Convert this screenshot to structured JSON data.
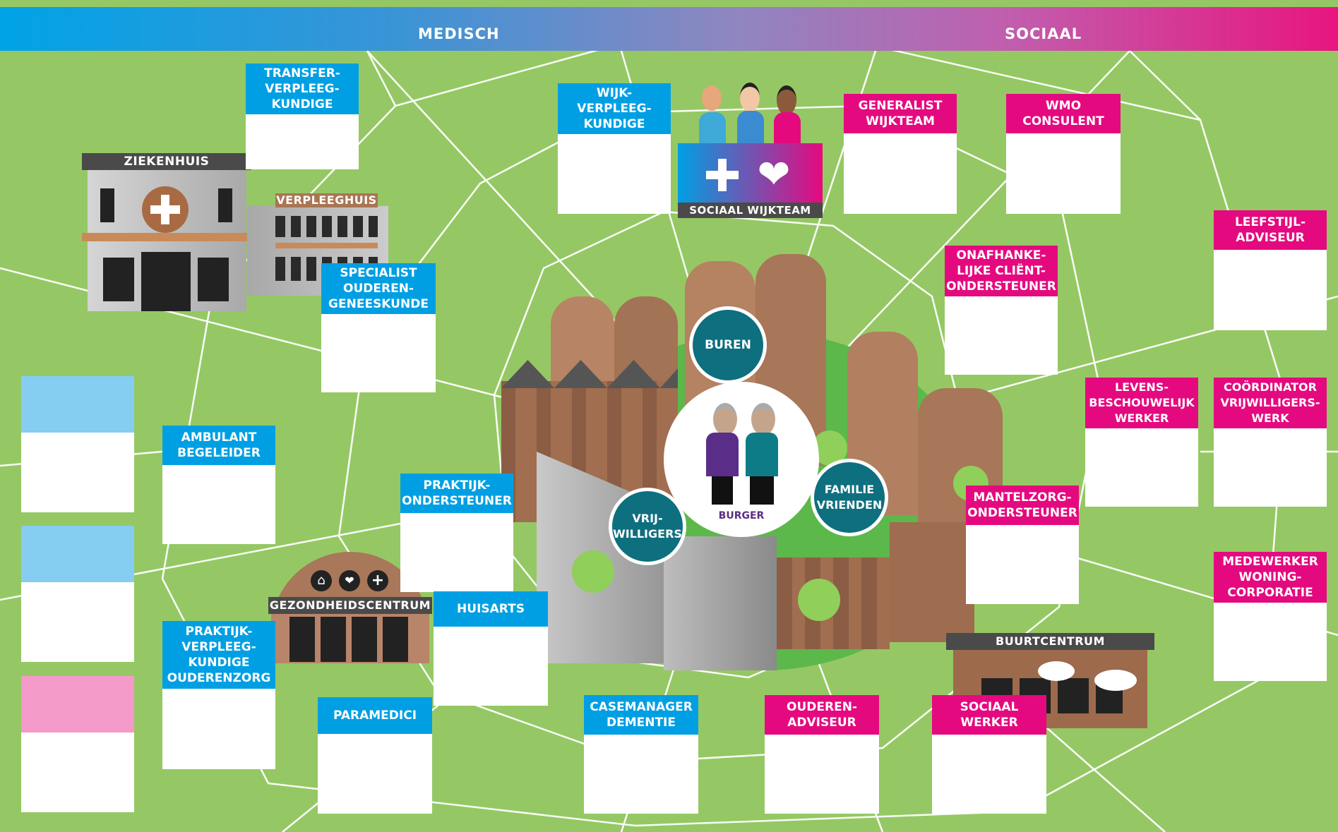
{
  "header": {
    "left_label": "MEDISCH",
    "right_label": "SOCIAAL",
    "colors": {
      "start": "#00a3e6",
      "end": "#e8157f"
    }
  },
  "colors": {
    "background": "#95c864",
    "medical": "#009fe3",
    "social": "#e5097f",
    "circle": "#0e6f7f"
  },
  "buildings": {
    "ziekenhuis": "ZIEKENHUIS",
    "verpleeghuis": "VERPLEEGHUIS",
    "gezondheidscentrum": "GEZONDHEIDSCENTRUM",
    "buurtcentrum": "BUURTCENTRUM",
    "sociaal_wijkteam": "SOCIAAL WIJKTEAM"
  },
  "center": {
    "burger": "BURGER",
    "buren": "BUREN",
    "familie": "FAMILIE\nVRIENDEN",
    "vrijwilligers": "VRIJ-\nWILLIGERS"
  },
  "cards": {
    "transfer": "TRANSFER-\nVERPLEEG-\nKUNDIGE",
    "wijk": "WIJK-\nVERPLEEG-\nKUNDIGE",
    "generalist": "GENERALIST\nWIJKTEAM",
    "wmo": "WMO\nCONSULENT",
    "leefstijl": "LEEFSTIJL-\nADVISEUR",
    "specialist": "SPECIALIST\nOUDEREN-\nGENEESKUNDE",
    "onafhankelijke": "ONAFHANKE-\nLIJKE CLIËNT-\nONDERSTEUNER",
    "ambulant": "AMBULANT\nBEGELEIDER",
    "levens": "LEVENS-\nBESCHOUWELIJK\nWERKER",
    "coordinator": "COÖRDINATOR\nVRIJWILLIGERS-\nWERK",
    "praktijkondersteuner": "PRAKTIJK-\nONDERSTEUNER",
    "mantelzorg": "MANTELZORG-\nONDERSTEUNER",
    "medewerker": "MEDEWERKER\nWONING-\nCORPORATIE",
    "huisarts": "HUISARTS",
    "praktijkverpleeg": "PRAKTIJK-\nVERPLEEG-\nKUNDIGE\nOUDERENZORG",
    "paramedici": "PARAMEDICI",
    "casemanager": "CASEMANAGER\nDEMENTIE",
    "ouderenadviseur": "OUDEREN-\nADVISEUR",
    "sociaalwerker": "SOCIAAL\nWERKER"
  },
  "icons": [
    "hospital-cross-icon",
    "heart-icon",
    "home-icon",
    "speech-bubble-icon",
    "people-icon"
  ]
}
